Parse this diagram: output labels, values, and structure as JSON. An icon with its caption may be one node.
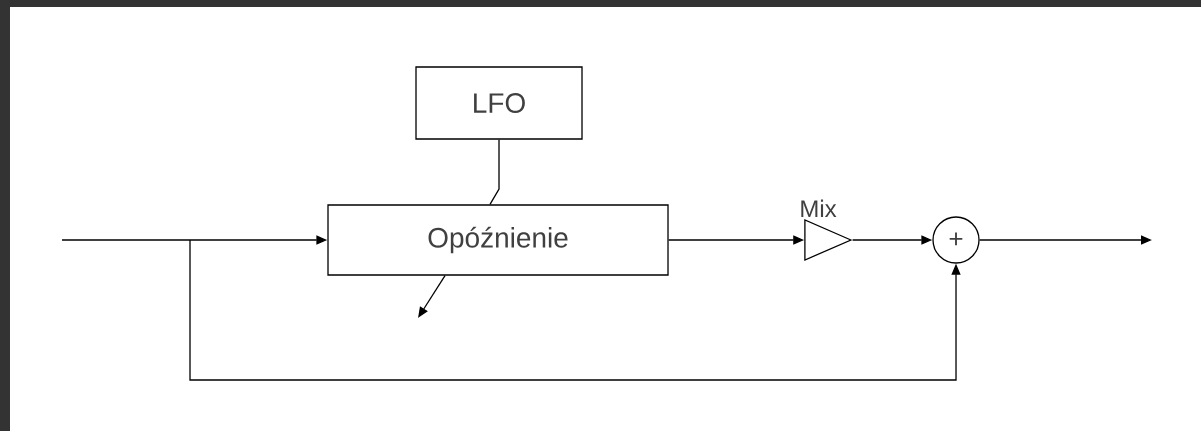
{
  "diagram": {
    "nodes": [
      {
        "text": [
          "LFO"
        ]
      },
      {
        "text": [
          "Opóźnienie"
        ]
      },
      {
        "text": [],
        "shape": "triangle",
        "beside": [
          "Mix"
        ]
      },
      {
        "text": [
          "+"
        ]
      }
    ],
    "edges": [
      {
        "from": null,
        "to": 1,
        "arrow": "to"
      },
      {
        "from": null,
        "to": 3,
        "arrow": "to"
      },
      {
        "from": 0,
        "to": 1,
        "arrow": "none"
      },
      {
        "from": 1,
        "to": null,
        "arrow": "to"
      },
      {
        "from": 1,
        "to": 2,
        "arrow": "to"
      },
      {
        "from": 2,
        "to": 3,
        "arrow": "to"
      },
      {
        "from": 3,
        "to": null,
        "arrow": "to"
      }
    ]
  }
}
